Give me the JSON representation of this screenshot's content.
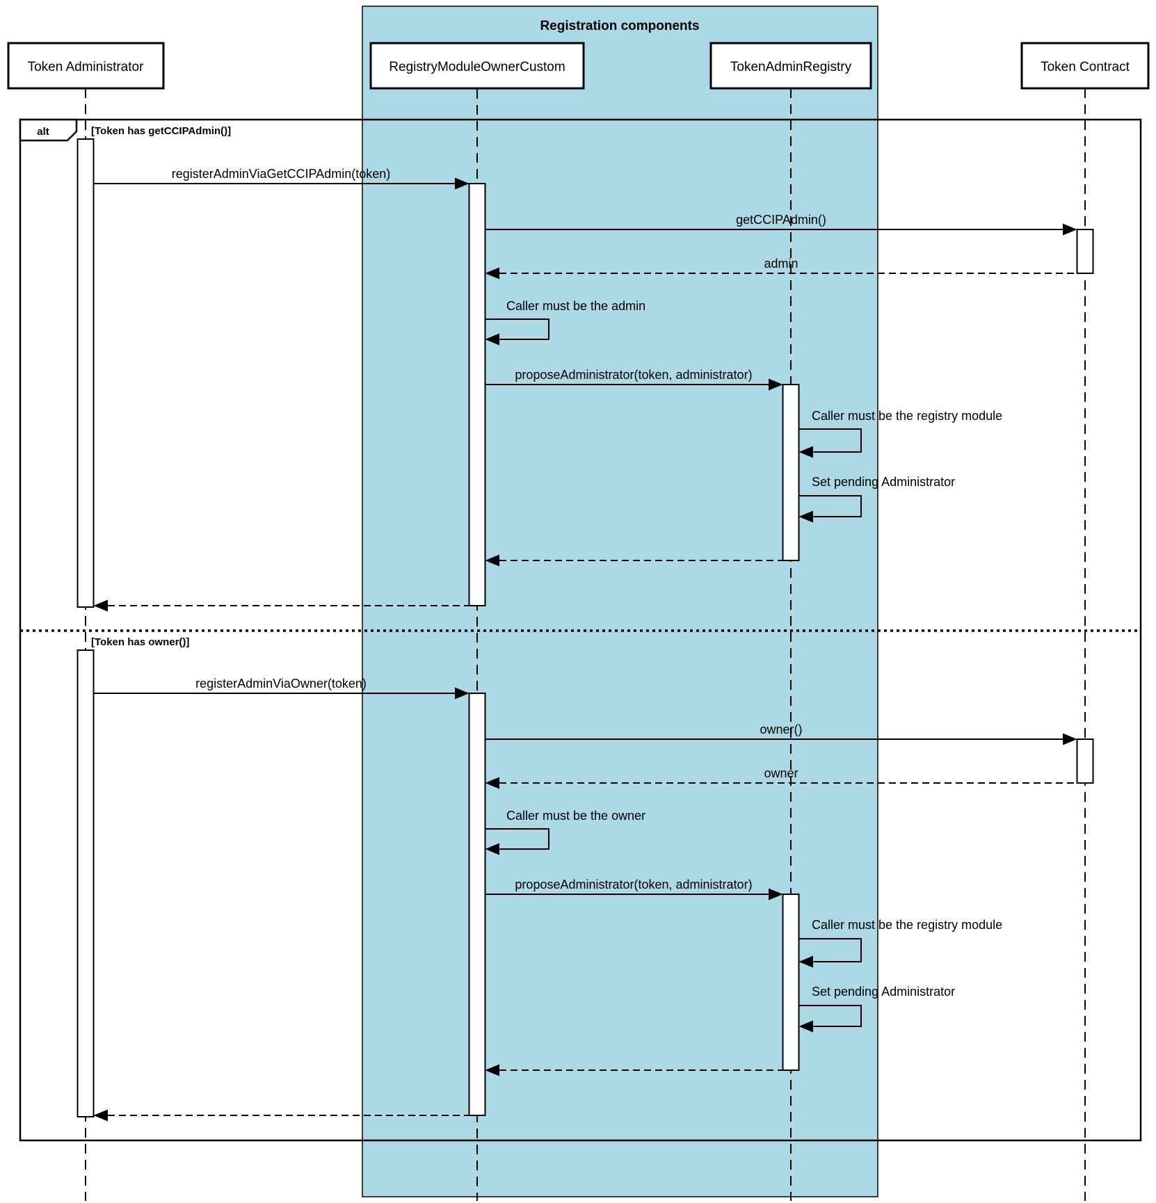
{
  "title": "Registration components",
  "colors": {
    "container_fill": "#ADD8E6",
    "stroke": "#000000",
    "background": "#FFFFFF",
    "activation_fill": "#FFFFFF"
  },
  "frame": {
    "operator": "alt"
  },
  "participants": [
    {
      "label": "Token Administrator"
    },
    {
      "label": "RegistryModuleOwnerCustom"
    },
    {
      "label": "TokenAdminRegistry"
    },
    {
      "label": "Token Contract"
    }
  ],
  "sections": [
    {
      "guard": "[Token has getCCIPAdmin()]",
      "messages": [
        {
          "label": "registerAdminViaGetCCIPAdmin(token)",
          "from": "Token Administrator",
          "to": "RegistryModuleOwnerCustom",
          "type": "sync"
        },
        {
          "label": "getCCIPAdmin()",
          "from": "RegistryModuleOwnerCustom",
          "to": "Token Contract",
          "type": "sync"
        },
        {
          "label": "admin",
          "from": "Token Contract",
          "to": "RegistryModuleOwnerCustom",
          "type": "return"
        },
        {
          "label": "Caller must be the admin",
          "from": "RegistryModuleOwnerCustom",
          "to": "RegistryModuleOwnerCustom",
          "type": "self"
        },
        {
          "label": "proposeAdministrator(token, administrator)",
          "from": "RegistryModuleOwnerCustom",
          "to": "TokenAdminRegistry",
          "type": "sync"
        },
        {
          "label": "Caller must be the registry module",
          "from": "TokenAdminRegistry",
          "to": "TokenAdminRegistry",
          "type": "self"
        },
        {
          "label": "Set pending Administrator",
          "from": "TokenAdminRegistry",
          "to": "TokenAdminRegistry",
          "type": "self"
        },
        {
          "label": "",
          "from": "TokenAdminRegistry",
          "to": "RegistryModuleOwnerCustom",
          "type": "return"
        },
        {
          "label": "",
          "from": "RegistryModuleOwnerCustom",
          "to": "Token Administrator",
          "type": "return"
        }
      ]
    },
    {
      "guard": "[Token has owner()]",
      "messages": [
        {
          "label": "registerAdminViaOwner(token)",
          "from": "Token Administrator",
          "to": "RegistryModuleOwnerCustom",
          "type": "sync"
        },
        {
          "label": "owner()",
          "from": "RegistryModuleOwnerCustom",
          "to": "Token Contract",
          "type": "sync"
        },
        {
          "label": "owner",
          "from": "Token Contract",
          "to": "RegistryModuleOwnerCustom",
          "type": "return"
        },
        {
          "label": "Caller must be the owner",
          "from": "RegistryModuleOwnerCustom",
          "to": "RegistryModuleOwnerCustom",
          "type": "self"
        },
        {
          "label": "proposeAdministrator(token, administrator)",
          "from": "RegistryModuleOwnerCustom",
          "to": "TokenAdminRegistry",
          "type": "sync"
        },
        {
          "label": "Caller must be the registry module",
          "from": "TokenAdminRegistry",
          "to": "TokenAdminRegistry",
          "type": "self"
        },
        {
          "label": "Set pending Administrator",
          "from": "TokenAdminRegistry",
          "to": "TokenAdminRegistry",
          "type": "self"
        },
        {
          "label": "",
          "from": "TokenAdminRegistry",
          "to": "RegistryModuleOwnerCustom",
          "type": "return"
        },
        {
          "label": "",
          "from": "RegistryModuleOwnerCustom",
          "to": "Token Administrator",
          "type": "return"
        }
      ]
    }
  ]
}
